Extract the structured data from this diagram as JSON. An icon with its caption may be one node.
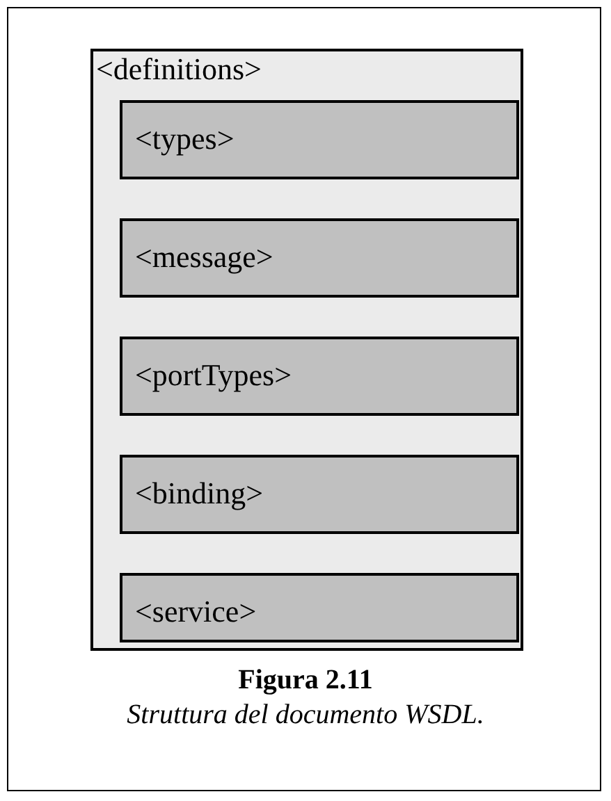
{
  "diagram": {
    "title": "Figura 2.11",
    "caption": "Struttura del documento WSDL.",
    "nodes": [
      {
        "text": [
          "<definitions>"
        ]
      },
      {
        "text": [
          "<types>"
        ],
        "in": 0
      },
      {
        "text": [
          "<message>"
        ],
        "in": 0
      },
      {
        "text": [
          "<portTypes>"
        ],
        "in": 0
      },
      {
        "text": [
          "<binding>"
        ],
        "in": 0
      },
      {
        "text": [
          "<service>"
        ],
        "in": 0
      }
    ]
  }
}
